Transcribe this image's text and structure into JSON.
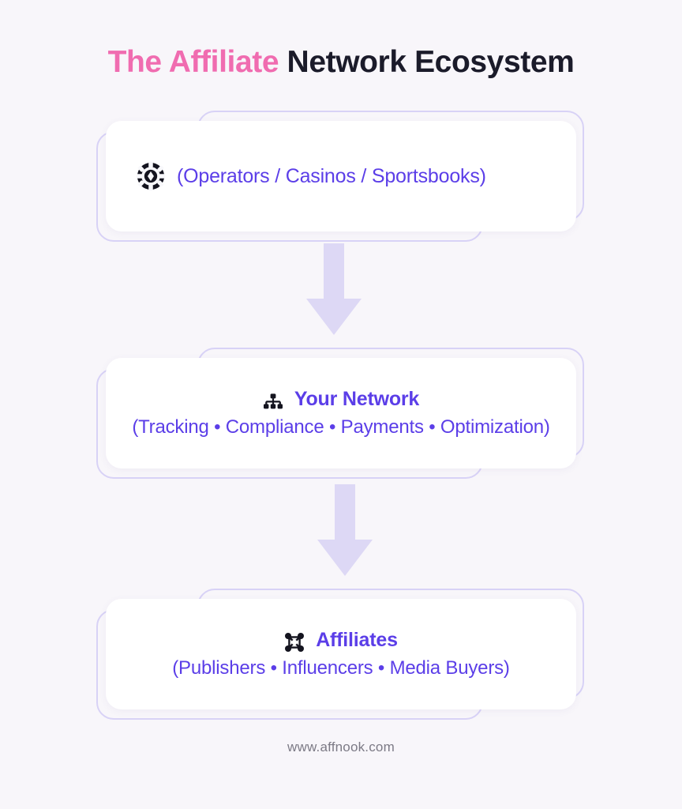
{
  "page": {
    "background_color": "#f8f6fa",
    "footer_text": "www.affnook.com"
  },
  "header": {
    "title_accent": "The Affiliate",
    "title_rest": " Network Ecosystem",
    "accent_color": "#f06cb0",
    "rest_color": "#1b1b2a"
  },
  "theme": {
    "purple": "#5b3ee8",
    "outline": "#d8d2f6",
    "arrow": "#ddd8f5",
    "card_bg": "#ffffff",
    "icon_dark": "#14141f",
    "footer_gray": "#7c7a85"
  },
  "flow": {
    "steps": [
      {
        "id": "operators",
        "icon": "casino-chip-icon",
        "title": "(Operators / Casinos / Sportsbooks)",
        "subtitle": "",
        "layout": "left"
      },
      {
        "id": "your-network",
        "icon": "sitemap-icon",
        "title": "Your Network",
        "subtitle": "(Tracking • Compliance • Payments • Optimization)",
        "layout": "center"
      },
      {
        "id": "affiliates",
        "icon": "nodes-icon",
        "title": "Affiliates",
        "subtitle": "(Publishers • Influencers • Media Buyers)",
        "layout": "center"
      }
    ],
    "connectors": [
      {
        "id": "arrow-operators-to-network",
        "direction": "down"
      },
      {
        "id": "arrow-network-to-affiliates",
        "direction": "down"
      }
    ]
  }
}
